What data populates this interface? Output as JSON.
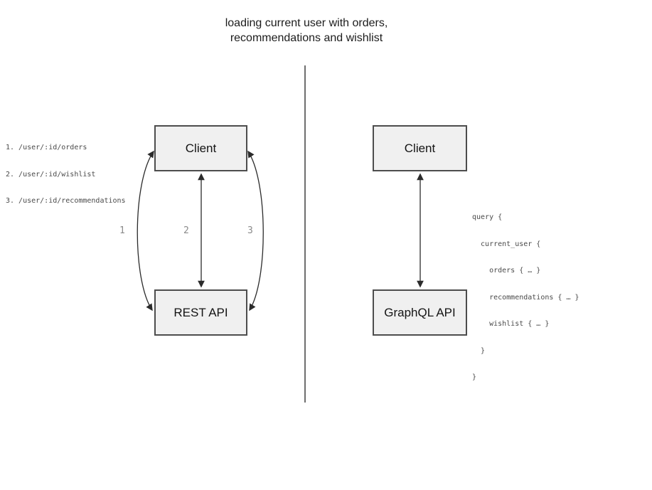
{
  "title": {
    "line1": "loading current user with orders,",
    "line2": "recommendations and wishlist"
  },
  "left_panel": {
    "endpoints": [
      "1. /user/:id/orders",
      "2. /user/:id/wishlist",
      "3. /user/:id/recommendations"
    ],
    "client_box_label": "Client",
    "api_box_label": "REST API",
    "arrow_labels": [
      "1",
      "2",
      "3"
    ]
  },
  "right_panel": {
    "client_box_label": "Client",
    "api_box_label": "GraphQL API",
    "query_lines": [
      "query {",
      "  current_user {",
      "    orders { … }",
      "    recommendations { … }",
      "    wishlist { … }",
      "  }",
      "}"
    ]
  },
  "colors": {
    "box_fill": "#f0f0f0",
    "box_border": "#4d4d4d",
    "divider": "#6e6e6e",
    "arrow": "#2b2b2b",
    "code_text": "#4a4a4a",
    "arrow_label_gray": "#8a8a8a"
  }
}
